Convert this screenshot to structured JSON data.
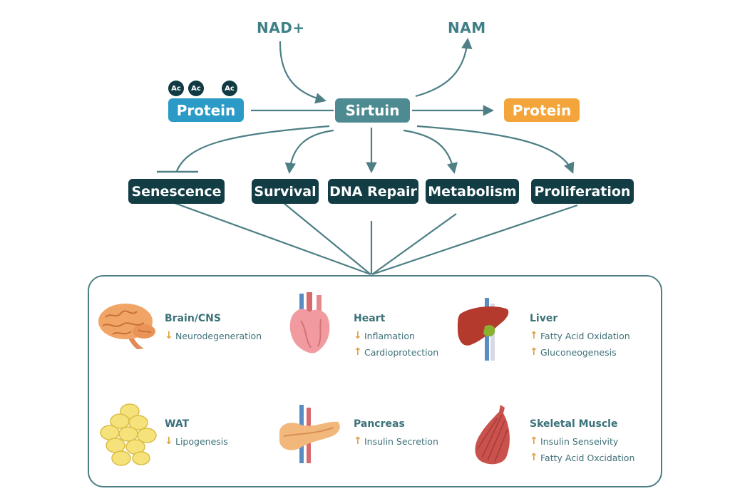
{
  "nad": "NAD+",
  "nam": "NAM",
  "protein_acetylated": "Protein",
  "acetyl_marks": [
    "Ac",
    "Ac",
    "Ac"
  ],
  "sirtuin": "Sirtuin",
  "protein_deacetylated": "Protein",
  "outcomes": [
    "Senescence",
    "Survival",
    "DNA Repair",
    "Metabolism",
    "Proliferation"
  ],
  "organs": [
    {
      "name": "Brain/CNS",
      "icon": "brain-icon",
      "effects": [
        {
          "dir": "down",
          "text": "Neurodegeneration"
        }
      ]
    },
    {
      "name": "Heart",
      "icon": "heart-icon",
      "effects": [
        {
          "dir": "down",
          "text": "Inflamation"
        },
        {
          "dir": "up",
          "text": "Cardioprotection"
        }
      ]
    },
    {
      "name": "Liver",
      "icon": "liver-icon",
      "effects": [
        {
          "dir": "up",
          "text": "Fatty Acid Oxidation"
        },
        {
          "dir": "up",
          "text": "Gluconeogenesis"
        }
      ]
    },
    {
      "name": "WAT",
      "icon": "adipose-tissue-icon",
      "effects": [
        {
          "dir": "down",
          "text": "Lipogenesis"
        }
      ]
    },
    {
      "name": "Pancreas",
      "icon": "pancreas-icon",
      "effects": [
        {
          "dir": "up",
          "text": "Insulin Secretion"
        }
      ]
    },
    {
      "name": "Skeletal Muscle",
      "icon": "muscle-icon",
      "effects": [
        {
          "dir": "up",
          "text": "Insulin Senseivity"
        },
        {
          "dir": "up",
          "text": "Fatty Acid Oxcidation"
        }
      ]
    }
  ],
  "arrow_glyphs": {
    "up": "↑",
    "down": "↓"
  },
  "colors": {
    "teal": "#4d7f85",
    "dark": "#123d45",
    "blue": "#2b9ac7",
    "orange": "#f3a43a",
    "arrow": "#e0a33a"
  }
}
